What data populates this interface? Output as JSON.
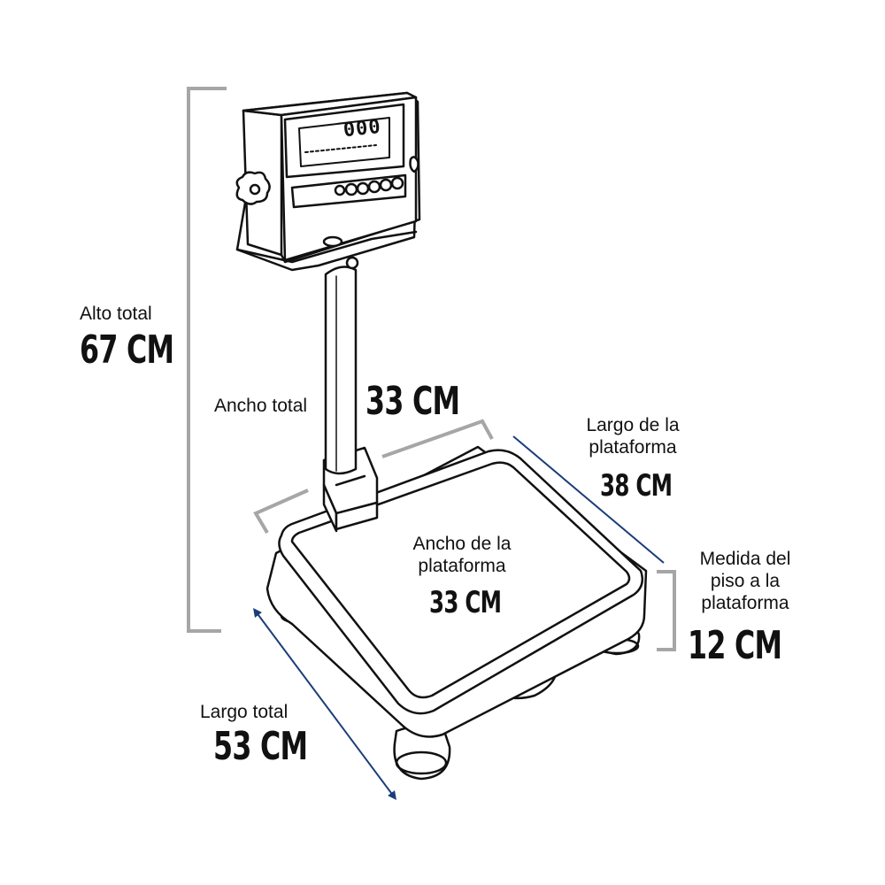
{
  "display": {
    "reading": "000"
  },
  "labels": {
    "alto_total": {
      "caption": "Alto total",
      "value": "67 CM"
    },
    "ancho_total": {
      "caption": "Ancho total",
      "value": "33 CM"
    },
    "largo_plataforma": {
      "caption_line1": "Largo de la",
      "caption_line2": "plataforma",
      "value": "38 CM"
    },
    "ancho_plataforma": {
      "caption_line1": "Ancho de la",
      "caption_line2": "plataforma",
      "value": "33 CM"
    },
    "medida_piso": {
      "caption_line1": "Medida del",
      "caption_line2": "piso a la",
      "caption_line3": "plataforma",
      "value": "12 CM"
    },
    "largo_total": {
      "caption": "Largo total",
      "value": "53 CM"
    }
  },
  "colors": {
    "outline": "#111111",
    "gray_bracket": "#a6a6a6",
    "blue_dimension": "#1c3d7a"
  },
  "icons": [
    "weighing-scale-illustration",
    "lcd-display",
    "keypad-buttons",
    "adjustment-knob"
  ]
}
